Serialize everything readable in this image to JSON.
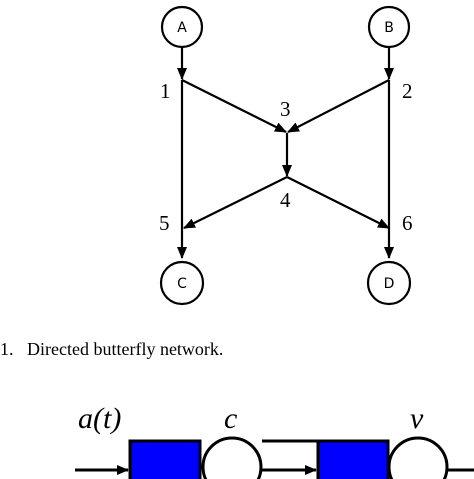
{
  "butterfly": {
    "nodes": {
      "a": "A",
      "b": "B",
      "c": "C",
      "d": "D"
    },
    "junctions": {
      "n1": "1",
      "n2": "2",
      "n3": "3",
      "n4": "4",
      "n5": "5",
      "n6": "6"
    }
  },
  "caption": "1.   Directed butterfly network.",
  "queue_diagram": {
    "label_input": "a(t)",
    "label_c": "c",
    "label_v": "v",
    "colors": {
      "buffer": "#0000ff",
      "stroke": "#000000"
    }
  }
}
